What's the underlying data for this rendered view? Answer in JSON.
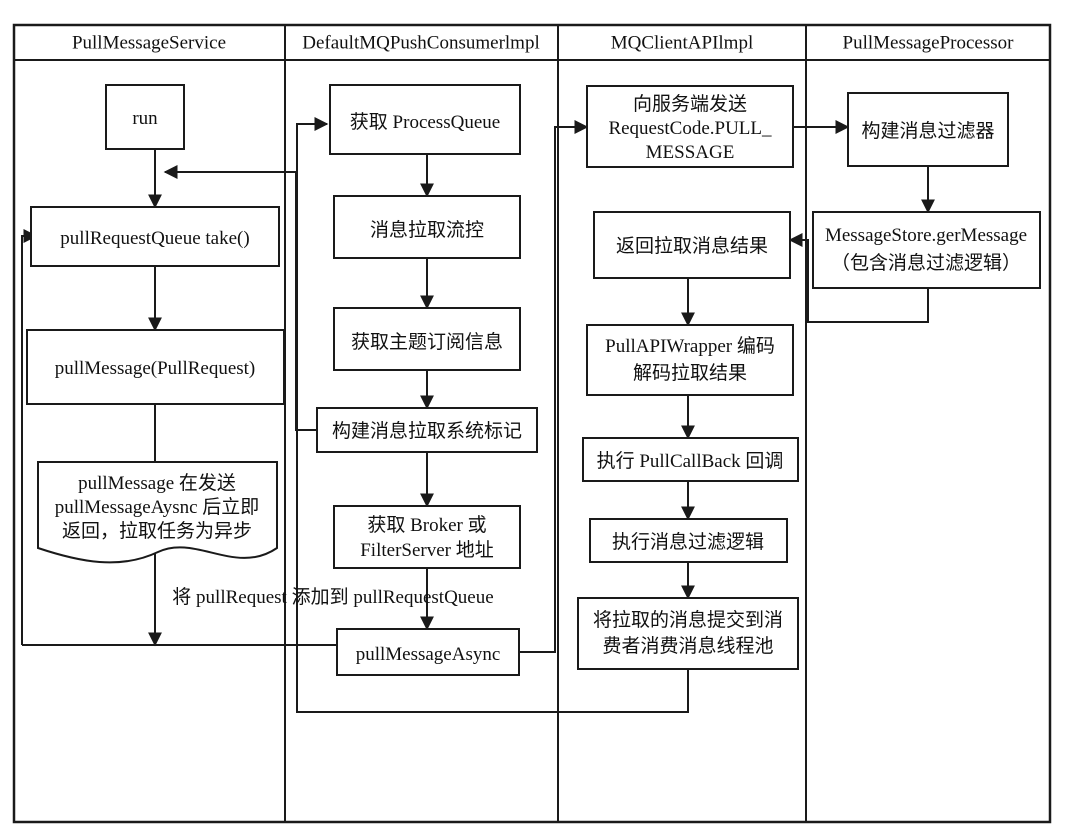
{
  "diagram": {
    "title": "RocketMQ Pull Message Flow (swimlane flowchart)",
    "line_color": "#1a1a1a",
    "background": "#ffffff",
    "lanes": [
      {
        "id": "lane-pullmessageservice",
        "title": "PullMessageService"
      },
      {
        "id": "lane-defaultmqpushconsumerimpl",
        "title": "DefaultMQPushConsumerlmpl"
      },
      {
        "id": "lane-mqclientapiimpl",
        "title": "MQClientAPIlmpl"
      },
      {
        "id": "lane-pullmessageprocessor",
        "title": "PullMessageProcessor"
      }
    ],
    "nodes": [
      {
        "id": "run",
        "lane": 0,
        "lines": [
          "run"
        ]
      },
      {
        "id": "pull-request-queue-take",
        "lane": 0,
        "lines": [
          "pullRequestQueue take()"
        ]
      },
      {
        "id": "pull-message-pullrequest",
        "lane": 0,
        "lines": [
          "pullMessage(PullRequest)"
        ]
      },
      {
        "id": "note-async",
        "lane": 0,
        "shape": "note",
        "lines": [
          "pullMessage 在发送",
          "pullMessageAysnc 后立即",
          "返回，拉取任务为异步"
        ]
      },
      {
        "id": "get-process-queue",
        "lane": 1,
        "lines": [
          "获取 ProcessQueue"
        ]
      },
      {
        "id": "message-pull-flow-control",
        "lane": 1,
        "lines": [
          "消息拉取流控"
        ]
      },
      {
        "id": "get-topic-subscription",
        "lane": 1,
        "lines": [
          "获取主题订阅信息"
        ]
      },
      {
        "id": "build-pull-sys-flag",
        "lane": 1,
        "lines": [
          "构建消息拉取系统标记"
        ]
      },
      {
        "id": "get-broker-or-filterserver",
        "lane": 1,
        "lines": [
          "获取 Broker 或",
          "FilterServer 地址"
        ]
      },
      {
        "id": "pull-message-async",
        "lane": 1,
        "lines": [
          "pullMessageAsync"
        ]
      },
      {
        "id": "send-request-code",
        "lane": 2,
        "lines": [
          "向服务端发送",
          "RequestCode.PULL_",
          "MESSAGE"
        ]
      },
      {
        "id": "return-pull-result",
        "lane": 2,
        "lines": [
          "返回拉取消息结果"
        ]
      },
      {
        "id": "pullapiwrapper-codec",
        "lane": 2,
        "lines": [
          "PullAPIWrapper 编码",
          "解码拉取结果"
        ]
      },
      {
        "id": "exec-pullcallback",
        "lane": 2,
        "lines": [
          "执行 PullCallBack 回调"
        ]
      },
      {
        "id": "exec-filter-logic",
        "lane": 2,
        "lines": [
          "执行消息过滤逻辑"
        ]
      },
      {
        "id": "submit-to-thread-pool",
        "lane": 2,
        "lines": [
          "将拉取的消息提交到消",
          "费者消费消息线程池"
        ]
      },
      {
        "id": "build-message-filter",
        "lane": 3,
        "lines": [
          "构建消息过滤器"
        ]
      },
      {
        "id": "message-store-get",
        "lane": 3,
        "lines": [
          "MessageStore.gerMessage",
          "（包含消息过滤逻辑）"
        ]
      }
    ],
    "edge_labels": [
      {
        "id": "add-pullrequest-label",
        "text": "将 pullRequest 添加到 pullRequestQueue"
      }
    ]
  }
}
